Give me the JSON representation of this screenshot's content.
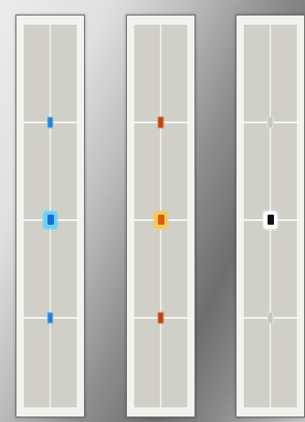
{
  "panels": [
    {
      "scheme": "blue",
      "markers": [
        {
          "icon": "traffic-light-icon",
          "color": "#2f7fc8",
          "glow": "#8cc6f0"
        },
        {
          "icon": "traffic-light-icon",
          "color": "#1a6fd0",
          "glow": "#6ad0ff"
        },
        {
          "icon": "traffic-light-icon",
          "color": "#2f7fc8",
          "glow": "#8cc6f0"
        }
      ]
    },
    {
      "scheme": "orange",
      "markers": [
        {
          "icon": "traffic-light-icon",
          "color": "#b8441e",
          "glow": "#e08a50"
        },
        {
          "icon": "traffic-light-icon",
          "color": "#d86010",
          "glow": "#f5c860"
        },
        {
          "icon": "traffic-light-icon",
          "color": "#b8441e",
          "glow": "#e08a50"
        }
      ]
    },
    {
      "scheme": "grayscale",
      "markers": [
        {
          "icon": "traffic-light-icon",
          "color": "#c4c4c4",
          "glow": "#e2e2e2"
        },
        {
          "icon": "traffic-light-icon",
          "color": "#111111",
          "glow": "#ffffff"
        },
        {
          "icon": "traffic-light-icon",
          "color": "#c4c4c4",
          "glow": "#e2e2e2"
        }
      ]
    }
  ]
}
